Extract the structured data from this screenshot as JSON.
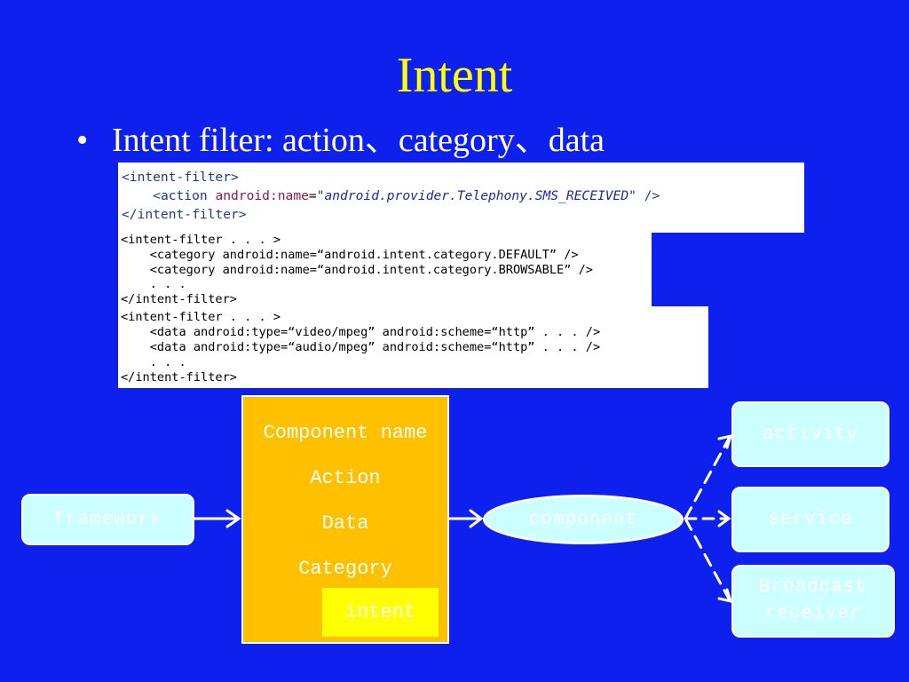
{
  "slide": {
    "title": "Intent",
    "bullet": "Intent filter: action、category、data"
  },
  "code_block_1": {
    "line1_tag": "<intent-filter>",
    "line2_open": "<action ",
    "line2_attr": "android:name",
    "line2_eq": "=",
    "line2_value": "\"android.provider.Telephony.SMS_RECEIVED\"",
    "line2_close": " />",
    "line3_tag": "</intent-filter>"
  },
  "code_block_2": {
    "lines": [
      "<intent-filter . . . >",
      "    <category android:name=“android.intent.category.DEFAULT” />",
      "    <category android:name=“android.intent.category.BROWSABLE” />",
      "    . . .",
      "</intent-filter>"
    ]
  },
  "code_block_3": {
    "lines": [
      "<intent-filter . . . >",
      "    <data android:type=“video/mpeg” android:scheme=“http” . . . />",
      "    <data android:type=“audio/mpeg” android:scheme=“http” . . . />",
      "    . . .",
      "</intent-filter>"
    ]
  },
  "diagram": {
    "framework": "framework",
    "intent_fields": [
      "Component name",
      "Action",
      "Data",
      "Category"
    ],
    "intent_label": "intent",
    "component": "component",
    "targets": {
      "activity": "activity",
      "service": "service",
      "broadcast_line1": "Broadcast",
      "broadcast_line2": "receiver"
    }
  },
  "colors": {
    "background": "#0d20ee",
    "title": "#ffff00",
    "intent_box": "#ffc000",
    "intent_label": "#ffff00",
    "target_fill": "#ccffff"
  }
}
